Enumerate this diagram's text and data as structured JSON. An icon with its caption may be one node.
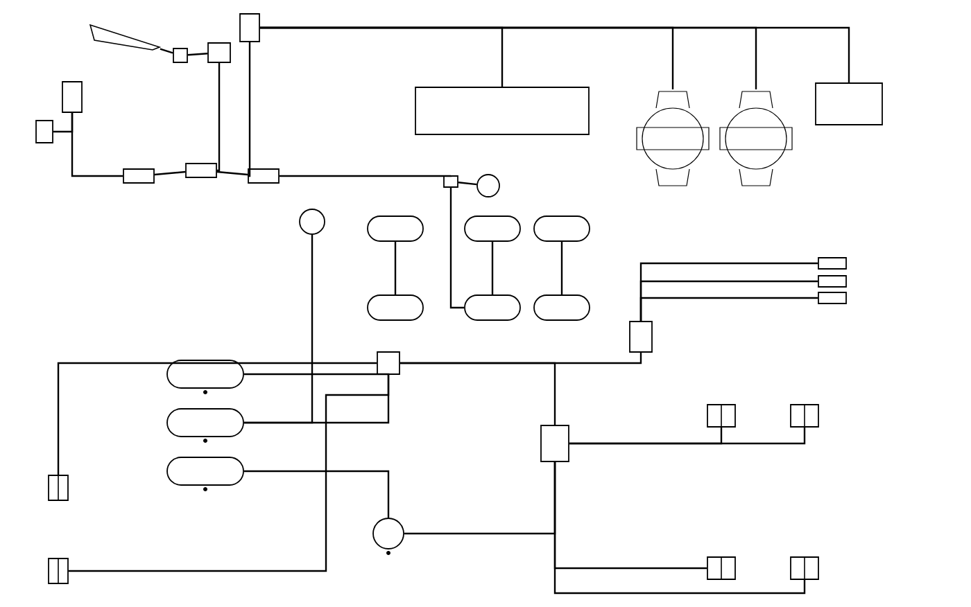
{
  "diagram": {
    "nodes": [
      {
        "text": [],
        "shape": "picture"
      },
      {
        "text": [],
        "shape": "box"
      },
      {
        "text": [],
        "shape": "box"
      },
      {
        "text": [],
        "shape": "box"
      },
      {
        "text": [],
        "shape": "box"
      },
      {
        "text": [],
        "shape": "box"
      },
      {
        "text": [],
        "shape": "box"
      },
      {
        "text": [],
        "shape": "box"
      },
      {
        "text": [],
        "shape": "box"
      },
      {
        "text": [],
        "shape": "circle"
      },
      {
        "text": [],
        "shape": "circle"
      },
      {
        "text": [],
        "shape": "box"
      },
      {
        "text": [],
        "shape": "oval"
      },
      {
        "text": [],
        "shape": "oval"
      },
      {
        "text": [],
        "shape": "oval"
      },
      {
        "text": [],
        "shape": "oval"
      },
      {
        "text": [],
        "shape": "oval"
      },
      {
        "text": [],
        "shape": "oval"
      },
      {
        "text": [],
        "shape": "box"
      },
      {
        "text": [],
        "shape": "picture"
      },
      {
        "text": [],
        "shape": "picture"
      },
      {
        "text": [],
        "shape": "box"
      },
      {
        "text": [],
        "shape": "cylinder"
      },
      {
        "text": [],
        "shape": "cylinder"
      },
      {
        "text": [],
        "shape": "cylinder"
      },
      {
        "text": [],
        "shape": "box"
      },
      {
        "text": [],
        "shape": "box"
      },
      {
        "text": [],
        "shape": "box"
      },
      {
        "text": [],
        "shape": "box"
      },
      {
        "text": [],
        "shape": "box"
      },
      {
        "text": [],
        "shape": "cylinder"
      },
      {
        "text": [],
        "shape": "box"
      },
      {
        "text": [],
        "shape": "box"
      },
      {
        "text": [],
        "shape": "box"
      },
      {
        "text": [],
        "shape": "box"
      },
      {
        "text": [],
        "shape": "box"
      },
      {
        "text": [],
        "shape": "box"
      },
      {
        "text": [],
        "shape": "box"
      }
    ],
    "edges": [
      {
        "from": 0,
        "to": 1,
        "arrow": "none"
      },
      {
        "from": 1,
        "to": 2,
        "arrow": "none"
      },
      {
        "from": 2,
        "to": 7,
        "arrow": "none"
      },
      {
        "from": 3,
        "to": 8,
        "arrow": "none"
      },
      {
        "from": 3,
        "to": 18,
        "arrow": "none"
      },
      {
        "from": 3,
        "to": 19,
        "arrow": "none"
      },
      {
        "from": 3,
        "to": 20,
        "arrow": "none"
      },
      {
        "from": 3,
        "to": 21,
        "arrow": "none"
      },
      {
        "from": 4,
        "to": 5,
        "arrow": "none"
      },
      {
        "from": 4,
        "to": 6,
        "arrow": "none"
      },
      {
        "from": 6,
        "to": 7,
        "arrow": "none"
      },
      {
        "from": 7,
        "to": 8,
        "arrow": "none"
      },
      {
        "from": 8,
        "to": 11,
        "arrow": "none"
      },
      {
        "from": 11,
        "to": 10,
        "arrow": "none"
      },
      {
        "from": 9,
        "to": 23,
        "arrow": "none"
      },
      {
        "from": 12,
        "to": 15,
        "arrow": "none"
      },
      {
        "from": 13,
        "to": 16,
        "arrow": "none"
      },
      {
        "from": 14,
        "to": 17,
        "arrow": "none"
      },
      {
        "from": 11,
        "to": 16,
        "arrow": "none"
      },
      {
        "from": 22,
        "to": 27,
        "arrow": "none"
      },
      {
        "from": 23,
        "to": 27,
        "arrow": "none"
      },
      {
        "from": 27,
        "to": 28,
        "arrow": "none"
      },
      {
        "from": 27,
        "to": 29,
        "arrow": "none"
      },
      {
        "from": 25,
        "to": 27,
        "arrow": "none"
      },
      {
        "from": 26,
        "to": 27,
        "arrow": "none"
      },
      {
        "from": 28,
        "to": 31,
        "arrow": "none"
      },
      {
        "from": 28,
        "to": 32,
        "arrow": "none"
      },
      {
        "from": 28,
        "to": 33,
        "arrow": "none"
      },
      {
        "from": 28,
        "to": 34,
        "arrow": "none"
      },
      {
        "from": 29,
        "to": 35,
        "arrow": "none"
      },
      {
        "from": 29,
        "to": 36,
        "arrow": "none"
      },
      {
        "from": 29,
        "to": 37,
        "arrow": "none"
      },
      {
        "from": 24,
        "to": 30,
        "arrow": "none"
      },
      {
        "from": 30,
        "to": 28,
        "arrow": "none"
      }
    ]
  }
}
